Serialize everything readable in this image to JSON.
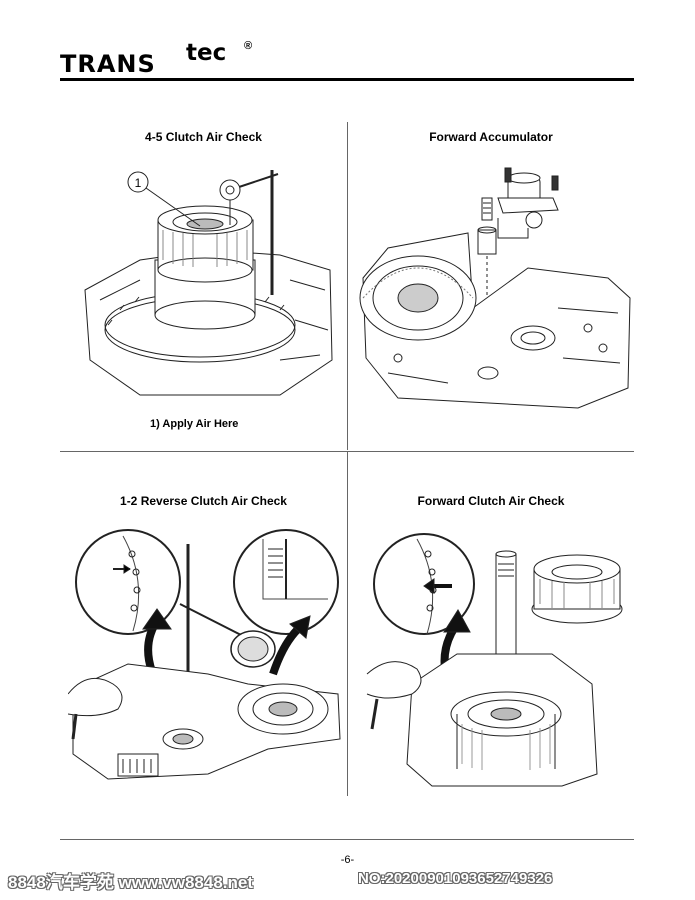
{
  "header": {
    "logo_main": "TRANS",
    "logo_super": "tec",
    "logo_reg": "®"
  },
  "panels": [
    {
      "title": "4-5 Clutch Air Check",
      "callout_number": "1",
      "caption": "1)  Apply Air Here"
    },
    {
      "title": "Forward Accumulator"
    },
    {
      "title": "1-2 Reverse Clutch Air Check"
    },
    {
      "title": "Forward Clutch Air Check"
    }
  ],
  "footer": {
    "page_number": "-6-",
    "watermark_left": "8848汽车学苑 www.vw8848.net",
    "watermark_right": "NO:20200901093652749326"
  }
}
